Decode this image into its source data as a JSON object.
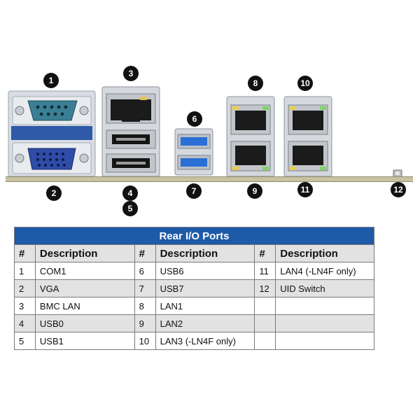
{
  "callouts": [
    "1",
    "2",
    "3",
    "4",
    "5",
    "6",
    "7",
    "8",
    "9",
    "10",
    "11",
    "12"
  ],
  "table": {
    "title": "Rear I/O Ports",
    "headers": [
      "#",
      "Description",
      "#",
      "Description",
      "#",
      "Description"
    ],
    "rows": [
      [
        "1",
        "COM1",
        "6",
        "USB6",
        "11",
        "LAN4 (-LN4F only)"
      ],
      [
        "2",
        "VGA",
        "7",
        "USB7",
        "12",
        "UID Switch"
      ],
      [
        "3",
        "BMC LAN",
        "8",
        "LAN1",
        "",
        ""
      ],
      [
        "4",
        "USB0",
        "9",
        "LAN2",
        "",
        ""
      ],
      [
        "5",
        "USB1",
        "10",
        "LAN3 (-LN4F only)",
        "",
        ""
      ]
    ]
  },
  "colors": {
    "table_header": "#1e5aa8",
    "row_shade": "#e2e2e2",
    "usb3_blue": "#2a6fd6",
    "vga_blue": "#2f4ca8",
    "com_teal": "#3b7f95",
    "callout": "#111111"
  },
  "icons": [
    "com-port-icon",
    "vga-port-icon",
    "rj45-port-icon",
    "usb2-port-icon",
    "usb3-port-icon",
    "uid-switch-icon"
  ]
}
